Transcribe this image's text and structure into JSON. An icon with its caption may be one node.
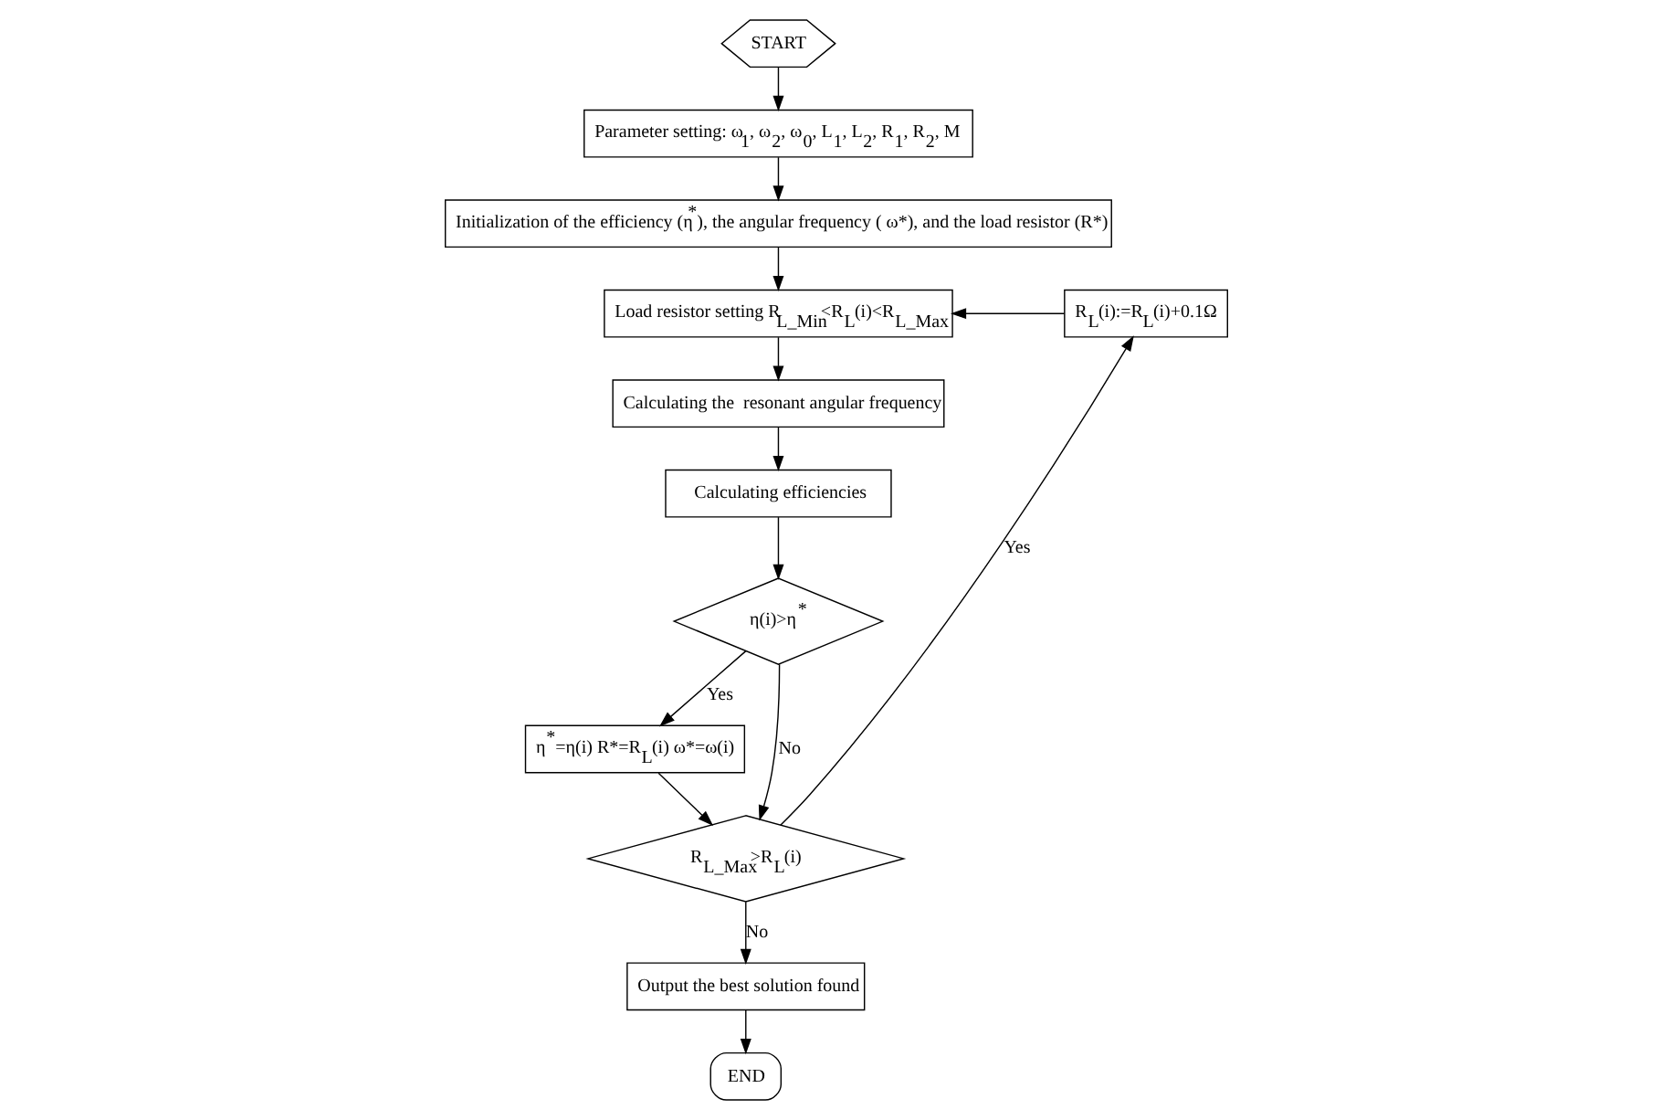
{
  "diagram": {
    "nodes": [
      {
        "text": [
          "START"
        ]
      },
      {
        "text": [
          "Parameter setting: ω$_{1}$, ω$_{2}$, ω$_{0}$, L$_{1}$, L$_{2}$, R$_{1}$, R$_{2}$, M"
        ]
      },
      {
        "text": [
          "Initialization of the efficiency (η$^{*}$), the angular frequency ( ω*), and the load resistor (R*)"
        ]
      },
      {
        "text": [
          "Load resistor setting R$_{L_Min}$<R$_{L}$(i)<R$_{L_Max}$"
        ]
      },
      {
        "text": [
          "Calculating the  resonant angular frequency"
        ]
      },
      {
        "text": [
          "R$_{L}$(i):=R$_{L}$(i)+0.1Ω"
        ]
      },
      {
        "text": [
          "Calculating efficiencies"
        ]
      },
      {
        "text": [
          "η(i)>η$^{*}$"
        ]
      },
      {
        "text": [
          "η$^{*}$=η(i) R*=R$_{L}$(i) ω*=ω(i)"
        ]
      },
      {
        "text": [
          "R$_{L_Max}$>R$_{L}$(i)"
        ]
      },
      {
        "text": [
          "Output the best solution found"
        ]
      },
      {
        "text": [
          "END"
        ]
      }
    ],
    "edges": [
      {
        "from": 0,
        "to": 1,
        "arrow": "to"
      },
      {
        "from": 1,
        "to": 2,
        "arrow": "to"
      },
      {
        "from": 2,
        "to": 3,
        "arrow": "to"
      },
      {
        "from": 3,
        "to": 4,
        "arrow": "to"
      },
      {
        "from": 4,
        "to": 6,
        "arrow": "to"
      },
      {
        "from": 6,
        "to": 7,
        "arrow": "to"
      },
      {
        "from": 7,
        "to": 8,
        "arrow": "to",
        "label": "Yes"
      },
      {
        "from": 7,
        "to": 9,
        "arrow": "to",
        "label": "No"
      },
      {
        "from": 8,
        "to": 9,
        "arrow": "to"
      },
      {
        "from": 9,
        "to": 5,
        "arrow": "to",
        "label": "Yes"
      },
      {
        "from": 5,
        "to": 3,
        "arrow": "to"
      },
      {
        "from": 9,
        "to": 10,
        "arrow": "to",
        "label": "No"
      },
      {
        "from": 10,
        "to": 11,
        "arrow": "to"
      }
    ]
  }
}
